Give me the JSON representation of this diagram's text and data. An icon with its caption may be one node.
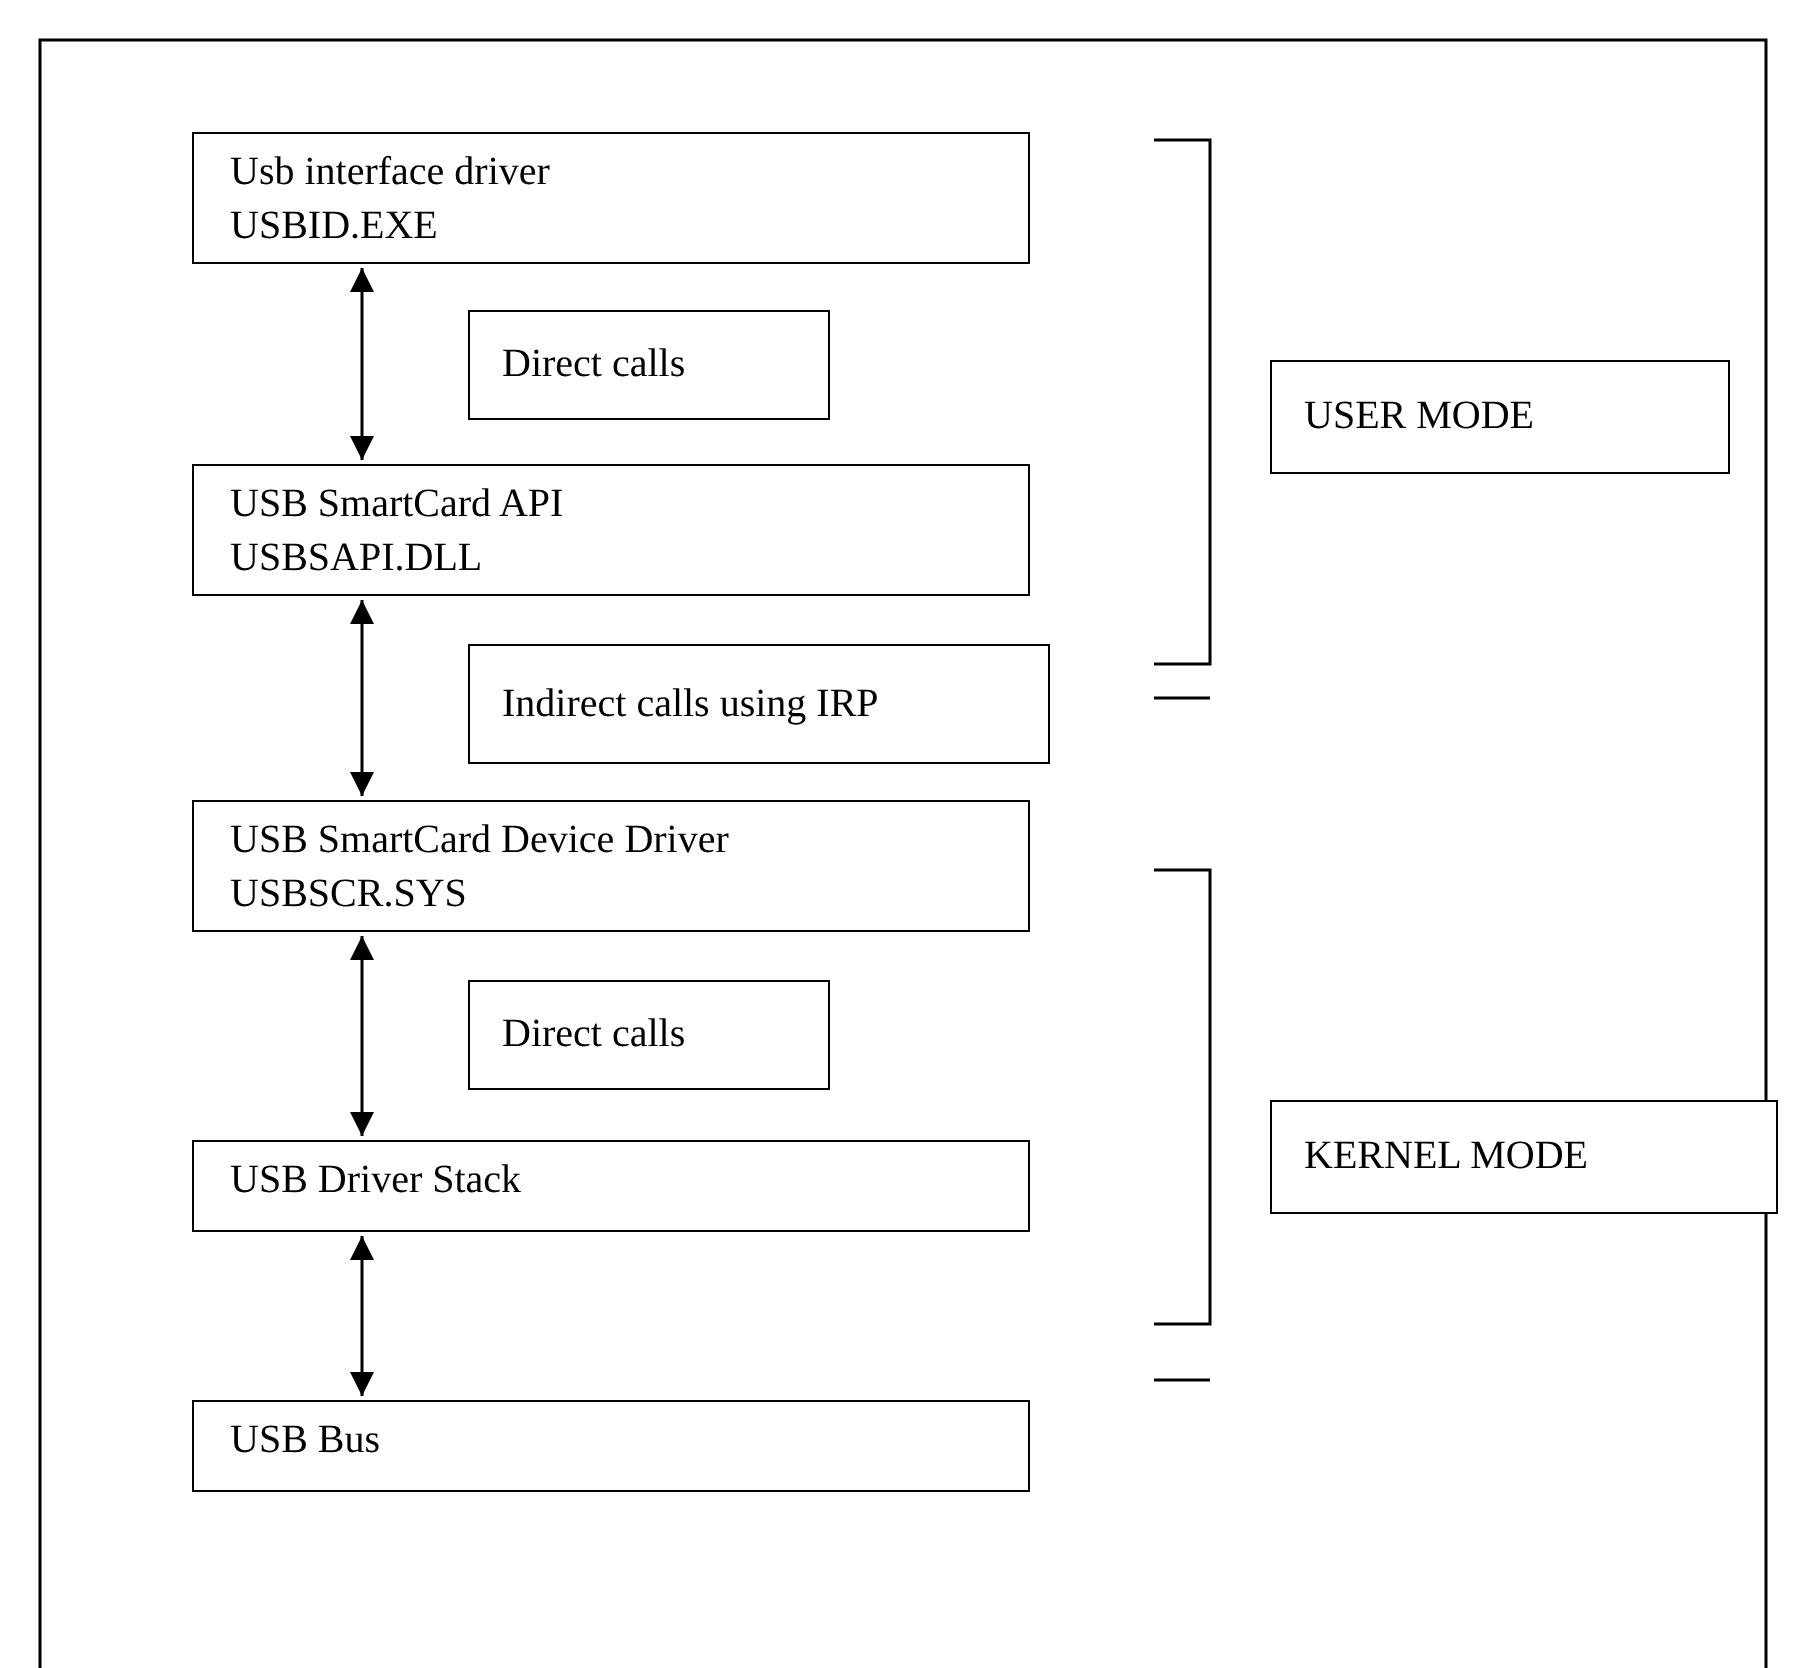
{
  "diagram": {
    "nodes": [
      {
        "text": [
          "Usb interface driver",
          "USBID.EXE"
        ]
      },
      {
        "text": [
          "Direct calls"
        ]
      },
      {
        "text": [
          "USER MODE"
        ]
      },
      {
        "text": [
          "USB SmartCard API",
          "USBSAPI.DLL"
        ]
      },
      {
        "text": [
          "Indirect calls using IRP"
        ]
      },
      {
        "text": [
          "USB SmartCard Device Driver",
          "USBSCR.SYS"
        ]
      },
      {
        "text": [
          "Direct calls"
        ]
      },
      {
        "text": [
          "KERNEL MODE"
        ]
      },
      {
        "text": [
          "USB Driver Stack"
        ]
      },
      {
        "text": [
          "USB Bus"
        ]
      }
    ],
    "edges": [
      {
        "from": 0,
        "to": 3,
        "arrow": "both"
      },
      {
        "from": 3,
        "to": 5,
        "arrow": "both"
      },
      {
        "from": 5,
        "to": 8,
        "arrow": "both"
      },
      {
        "from": 8,
        "to": 9,
        "arrow": "both"
      }
    ]
  }
}
